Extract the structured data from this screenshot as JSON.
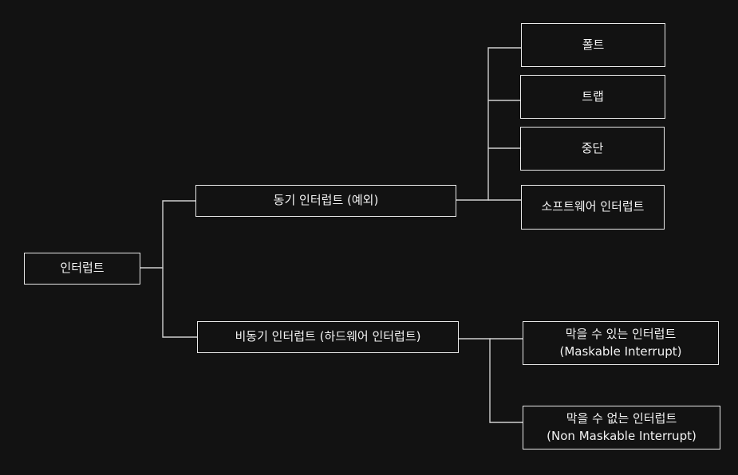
{
  "diagram": {
    "root": {
      "label": "인터럽트"
    },
    "sync": {
      "label": "동기 인터럽트 (예외)"
    },
    "async": {
      "label": "비동기 인터럽트 (하드웨어 인터럽트)"
    },
    "fault": {
      "label": "폴트"
    },
    "trap": {
      "label": "트랩"
    },
    "abort": {
      "label": "중단"
    },
    "software": {
      "label": "소프트웨어 인터럽트"
    },
    "maskable": {
      "label": "막을 수 있는 인터럽트",
      "sublabel": "(Maskable Interrupt)"
    },
    "nonmaskable": {
      "label": "막을 수 없는 인터럽트",
      "sublabel": "(Non Maskable Interrupt)"
    }
  },
  "colors": {
    "background": "#121212",
    "stroke": "#e9e9e9",
    "text": "#f2f2f2"
  }
}
